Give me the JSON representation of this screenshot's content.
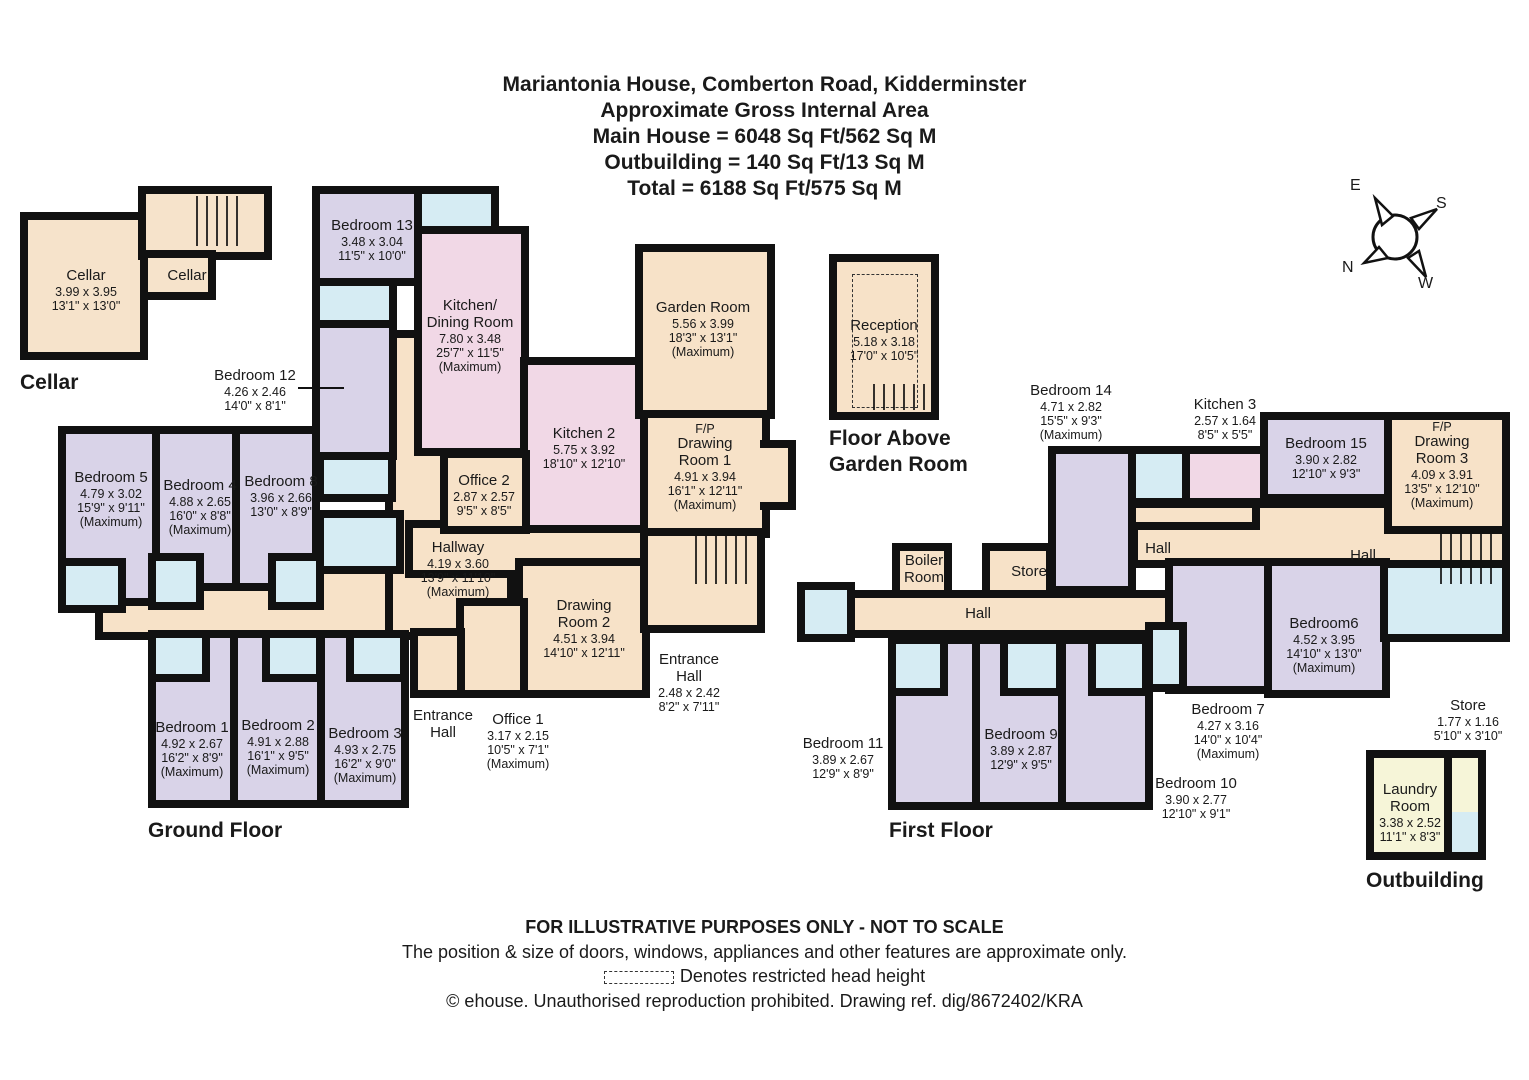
{
  "header": {
    "title": "Mariantonia House, Comberton Road, Kidderminster",
    "subtitle": "Approximate Gross Internal Area",
    "main_house": "Main House = 6048 Sq Ft/562 Sq M",
    "outbuilding": "Outbuilding = 140 Sq Ft/13 Sq M",
    "total": "Total = 6188 Sq Ft/575 Sq M"
  },
  "compass": {
    "labels": [
      "E",
      "S",
      "N",
      "W"
    ]
  },
  "floors": {
    "cellar": {
      "title": "Cellar",
      "rooms": [
        {
          "name": "Cellar",
          "metric": "3.99 x 3.95",
          "imperial": "13'1\" x 13'0\""
        },
        {
          "name": "Cellar"
        }
      ]
    },
    "ground": {
      "title": "Ground Floor",
      "rooms": [
        {
          "name": "Bedroom 13",
          "metric": "3.48 x 3.04",
          "imperial": "11'5\" x 10'0\""
        },
        {
          "name": "Kitchen/",
          "name2": "Dining Room",
          "metric": "7.80 x 3.48",
          "imperial": "25'7\" x 11'5\"",
          "note": "(Maximum)"
        },
        {
          "name": "Garden Room",
          "metric": "5.56 x 3.99",
          "imperial": "18'3\" x 13'1\"",
          "note": "(Maximum)"
        },
        {
          "name": "Bedroom 12",
          "metric": "4.26 x 2.46",
          "imperial": "14'0\" x 8'1\""
        },
        {
          "name": "Kitchen 2",
          "metric": "5.75 x 3.92",
          "imperial": "18'10\" x 12'10\""
        },
        {
          "name": "Drawing",
          "name2": "Room 1",
          "fp": "F/P",
          "metric": "4.91 x 3.94",
          "imperial": "16'1\" x 12'11\"",
          "note": "(Maximum)"
        },
        {
          "name": "Office 2",
          "metric": "2.87 x 2.57",
          "imperial": "9'5\" x 8'5\""
        },
        {
          "name": "Bedroom 5",
          "metric": "4.79 x 3.02",
          "imperial": "15'9\" x 9'11\"",
          "note": "(Maximum)"
        },
        {
          "name": "Bedroom 4",
          "metric": "4.88 x 2.65",
          "imperial": "16'0\" x 8'8\"",
          "note": "(Maximum)"
        },
        {
          "name": "Bedroom 8",
          "metric": "3.96 x 2.66",
          "imperial": "13'0\" x 8'9\""
        },
        {
          "name": "Hallway",
          "metric": "4.19 x 3.60",
          "imperial": "13'9\" x 11'10\"",
          "note": "(Maximum)"
        },
        {
          "name": "Drawing",
          "name2": "Room 2",
          "metric": "4.51 x 3.94",
          "imperial": "14'10\" x 12'11\""
        },
        {
          "name": "Entrance",
          "name2": "Hall",
          "metric": "2.48 x 2.42",
          "imperial": "8'2\" x 7'11\""
        },
        {
          "name": "Bedroom 1",
          "metric": "4.92 x 2.67",
          "imperial": "16'2\" x 8'9\"",
          "note": "(Maximum)"
        },
        {
          "name": "Bedroom 2",
          "metric": "4.91 x 2.88",
          "imperial": "16'1\" x 9'5\"",
          "note": "(Maximum)"
        },
        {
          "name": "Bedroom 3",
          "metric": "4.93 x 2.75",
          "imperial": "16'2\" x 9'0\"",
          "note": "(Maximum)"
        },
        {
          "name": "Entrance",
          "name2": "Hall"
        },
        {
          "name": "Office 1",
          "metric": "3.17 x 2.15",
          "imperial": "10'5\" x 7'1\"",
          "note": "(Maximum)"
        }
      ]
    },
    "above_garden": {
      "title": "Floor Above",
      "title2": "Garden Room",
      "rooms": [
        {
          "name": "Reception",
          "metric": "5.18 x 3.18",
          "imperial": "17'0\" x 10'5\""
        }
      ]
    },
    "first": {
      "title": "First Floor",
      "rooms": [
        {
          "name": "Bedroom 14",
          "metric": "4.71 x 2.82",
          "imperial": "15'5\" x 9'3\"",
          "note": "(Maximum)"
        },
        {
          "name": "Kitchen 3",
          "metric": "2.57 x 1.64",
          "imperial": "8'5\" x 5'5\""
        },
        {
          "name": "Bedroom 15",
          "metric": "3.90 x 2.82",
          "imperial": "12'10\" x 9'3\""
        },
        {
          "name": "Drawing",
          "name2": "Room 3",
          "fp": "F/P",
          "metric": "4.09 x 3.91",
          "imperial": "13'5\" x 12'10\"",
          "note": "(Maximum)"
        },
        {
          "name": "Boiler",
          "name2": "Room"
        },
        {
          "name": "Store"
        },
        {
          "name": "Hall"
        },
        {
          "name": "Hall"
        },
        {
          "name": "Hall"
        },
        {
          "name": "Bedroom6",
          "metric": "4.52 x 3.95",
          "imperial": "14'10\" x 13'0\"",
          "note": "(Maximum)"
        },
        {
          "name": "Bedroom 7",
          "metric": "4.27 x 3.16",
          "imperial": "14'0\" x 10'4\"",
          "note": "(Maximum)"
        },
        {
          "name": "Bedroom 11",
          "metric": "3.89 x 2.67",
          "imperial": "12'9\" x 8'9\""
        },
        {
          "name": "Bedroom 9",
          "metric": "3.89 x 2.87",
          "imperial": "12'9\" x 9'5\""
        },
        {
          "name": "Bedroom 10",
          "metric": "3.90 x 2.77",
          "imperial": "12'10\" x 9'1\""
        }
      ]
    },
    "outbuilding": {
      "title": "Outbuilding",
      "rooms": [
        {
          "name": "Store",
          "metric": "1.77 x 1.16",
          "imperial": "5'10\" x 3'10\""
        },
        {
          "name": "Laundry",
          "name2": "Room",
          "metric": "3.38 x 2.52",
          "imperial": "11'1\" x 8'3\""
        }
      ]
    }
  },
  "footer": {
    "disclaimer": "FOR ILLUSTRATIVE PURPOSES ONLY - NOT TO SCALE",
    "note": "The position & size of doors, windows, appliances and other features are approximate only.",
    "legend": "Denotes restricted head height",
    "copyright": "© ehouse. Unauthorised reproduction prohibited. Drawing ref. dig/8672402/KRA"
  },
  "colors": {
    "bedroom": "#d9d3e8",
    "reception": "#f7e2c8",
    "kitchen": "#f1d8e6",
    "bathroom": "#d6ecf3",
    "laundry": "#f6f5d8",
    "wall": "#111111"
  }
}
